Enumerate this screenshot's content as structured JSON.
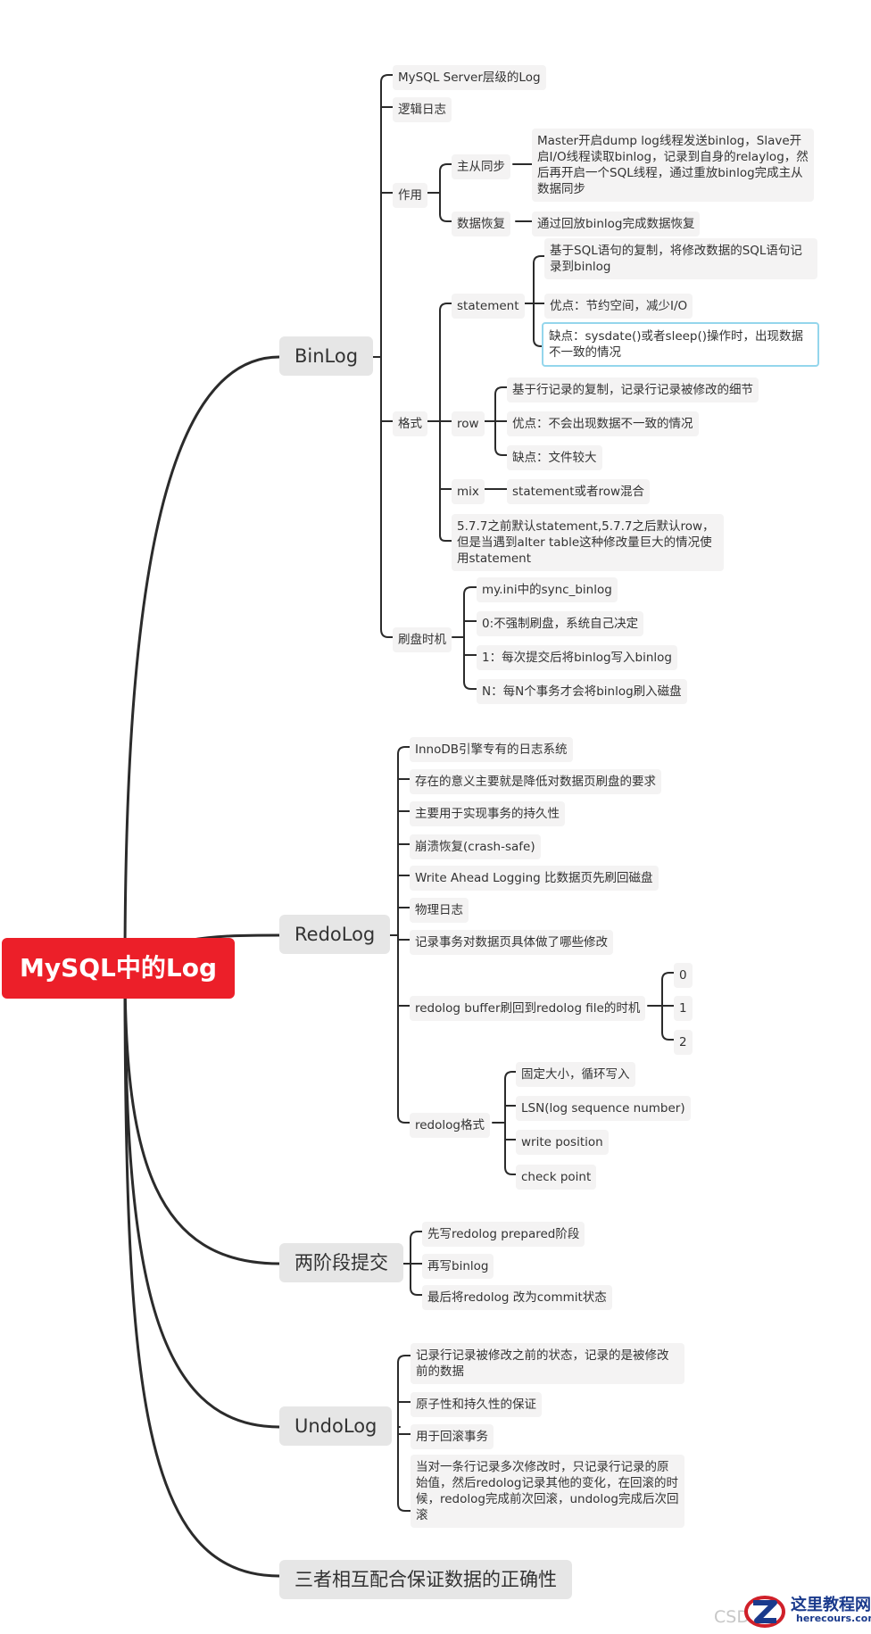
{
  "root": "MySQL中的Log",
  "binlog": {
    "label": "BinLog",
    "server_level": "MySQL Server层级的Log",
    "logical": "逻辑日志",
    "usage": {
      "label": "作用",
      "replication": {
        "label": "主从同步",
        "desc": "Master开启dump log线程发送binlog，Slave开启I/O线程读取binlog，记录到自身的relaylog，然后再开启一个SQL线程，通过重放binlog完成主从数据同步"
      },
      "recovery": {
        "label": "数据恢复",
        "desc": "通过回放binlog完成数据恢复"
      }
    },
    "format": {
      "label": "格式",
      "statement": {
        "label": "statement",
        "desc": "基于SQL语句的复制，将修改数据的SQL语句记录到binlog",
        "pro": "优点：节约空间，减少I/O",
        "con": "缺点：sysdate()或者sleep()操作时，出现数据不一致的情况"
      },
      "row": {
        "label": "row",
        "desc": "基于行记录的复制，记录行记录被修改的细节",
        "pro": "优点：不会出现数据不一致的情况",
        "con": "缺点：文件较大"
      },
      "mix": {
        "label": "mix",
        "desc": "statement或者row混合"
      },
      "note": "5.7.7之前默认statement,5.7.7之后默认row，但是当遇到alter table这种修改量巨大的情况使用statement"
    },
    "flush": {
      "label": "刷盘时机",
      "items": [
        "my.ini中的sync_binlog",
        "0:不强制刷盘，系统自己决定",
        "1：每次提交后将binlog写入binlog",
        "N：每N个事务才会将binlog刷入磁盘"
      ]
    }
  },
  "redolog": {
    "label": "RedoLog",
    "items": [
      "InnoDB引擎专有的日志系统",
      "存在的意义主要就是降低对数据页刷盘的要求",
      "主要用于实现事务的持久性",
      "崩溃恢复(crash-safe)",
      "Write Ahead Logging 比数据页先刷回磁盘",
      "物理日志",
      "记录事务对数据页具体做了哪些修改"
    ],
    "flush": {
      "label": "redolog buffer刷回到redolog file的时机",
      "options": [
        "0",
        "1",
        "2"
      ]
    },
    "format": {
      "label": "redolog格式",
      "items": [
        "固定大小，循环写入",
        "LSN(log sequence number)",
        "write position",
        "check point"
      ]
    }
  },
  "twophase": {
    "label": "两阶段提交",
    "items": [
      "先写redolog prepared阶段",
      "再写binlog",
      "最后将redolog 改为commit状态"
    ]
  },
  "undolog": {
    "label": "UndoLog",
    "items": [
      "记录行记录被修改之前的状态，记录的是被修改前的数据",
      "原子性和持久性的保证",
      "用于回滚事务",
      "当对一条行记录多次修改时，只记录行记录的原始值，然后redolog记录其他的变化，在回滚的时候，redolog完成前次回滚，undolog完成后次回滚"
    ]
  },
  "summary": "三者相互配合保证数据的正确性",
  "watermark": {
    "csdn": "CSD",
    "site_name": "这里教程网",
    "site_url": "herecours.com"
  },
  "colors": {
    "line": "#2b2b2b",
    "root": "#ec1f29",
    "highlight_border": "#94d6ec",
    "node_bg": "#f4f3f3",
    "main_bg": "#e6e6e6"
  }
}
